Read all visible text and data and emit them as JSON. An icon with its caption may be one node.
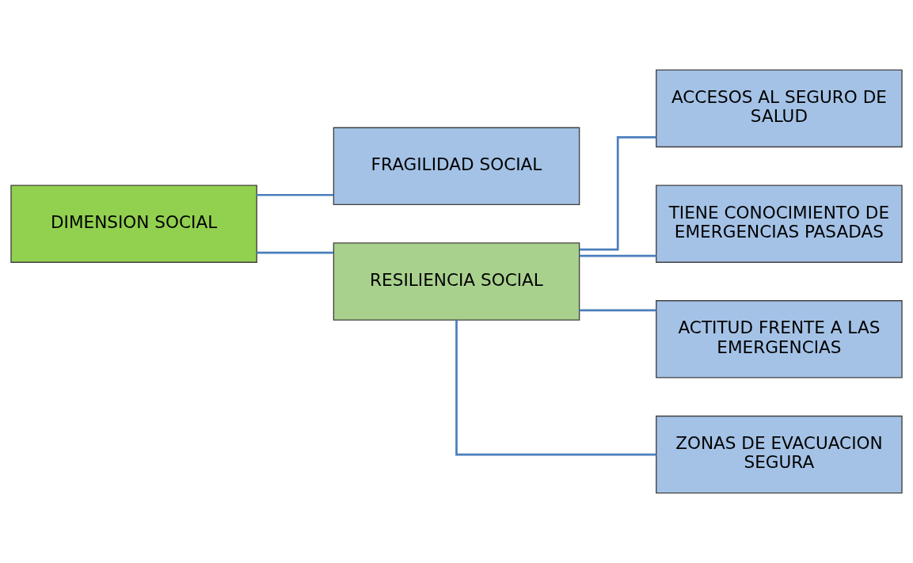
{
  "diagram": {
    "nodes": [
      {
        "text": [
          "DIMENSION SOCIAL"
        ]
      },
      {
        "text": [
          "FRAGILIDAD SOCIAL"
        ]
      },
      {
        "text": [
          "RESILIENCIA SOCIAL"
        ]
      },
      {
        "text": [
          "ACCESOS AL SEGURO DE SALUD"
        ]
      },
      {
        "text": [
          "TIENE CONOCIMIENTO DE EMERGENCIAS PASADAS"
        ]
      },
      {
        "text": [
          "ACTITUD FRENTE A LAS EMERGENCIAS"
        ]
      },
      {
        "text": [
          "ZONAS DE EVACUACION SEGURA"
        ]
      }
    ],
    "edges": [
      {
        "from": 0,
        "to": 1,
        "arrow": "none"
      },
      {
        "from": 0,
        "to": 2,
        "arrow": "none"
      },
      {
        "from": 2,
        "to": 3,
        "arrow": "none"
      },
      {
        "from": 2,
        "to": 4,
        "arrow": "none"
      },
      {
        "from": 2,
        "to": 5,
        "arrow": "none"
      },
      {
        "from": 2,
        "to": 6,
        "arrow": "none"
      }
    ]
  }
}
